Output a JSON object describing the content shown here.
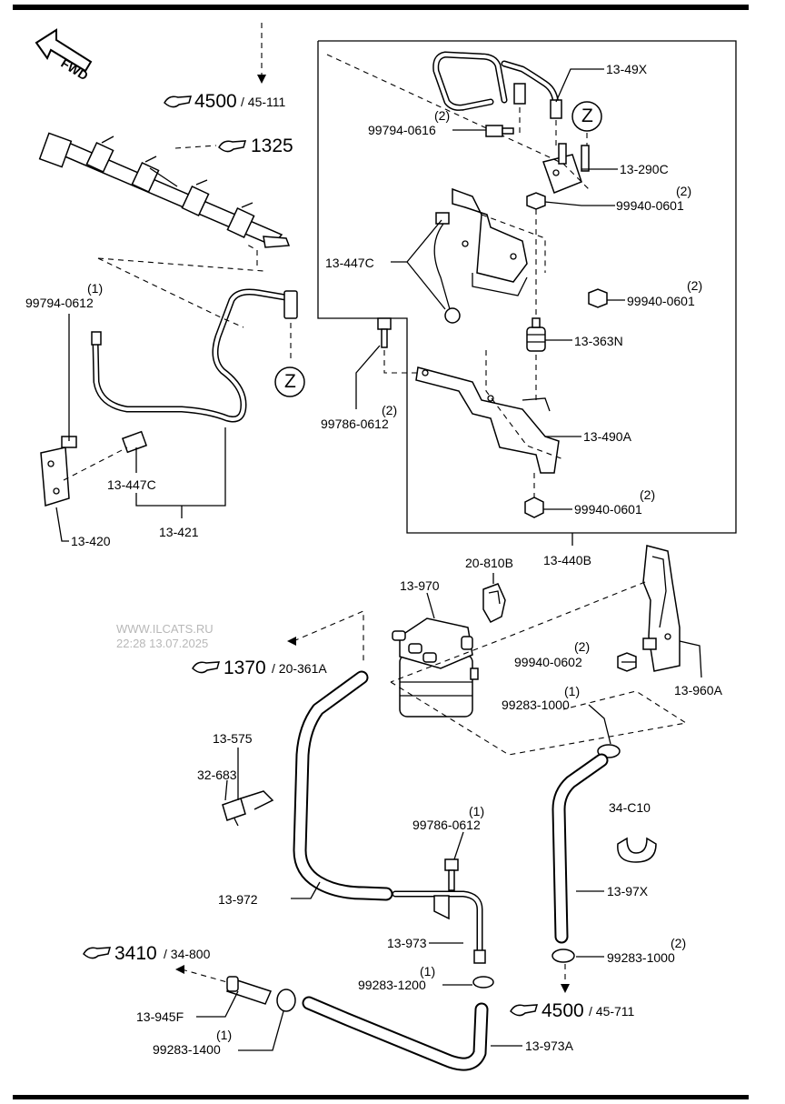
{
  "watermark": {
    "site": "WWW.ILCATS.RU",
    "stamp": "22:28 13.07.2025"
  },
  "fwd_label": "FWD",
  "zone_marker": "Z",
  "refs": {
    "r4500_top": {
      "num": "4500",
      "sub": "/ 45-111"
    },
    "r1325": {
      "num": "1325",
      "sub": ""
    },
    "r1370": {
      "num": "1370",
      "sub": "/ 20-361A"
    },
    "r3410": {
      "num": "3410",
      "sub": "/ 34-800"
    },
    "r4500_bot": {
      "num": "4500",
      "sub": "/ 45-711"
    }
  },
  "parts": {
    "p13_49X": "13-49X",
    "q_99794_0616": "(2)",
    "p99794_0616": "99794-0616",
    "p13_290C": "13-290C",
    "q_99940_0601_a": "(2)",
    "p99940_0601_a": "99940-0601",
    "p13_447C_top": "13-447C",
    "q_99940_0601_b": "(2)",
    "p99940_0601_b": "99940-0601",
    "p13_363N": "13-363N",
    "q_99786_0612_a": "(2)",
    "p99786_0612_a": "99786-0612",
    "p13_490A": "13-490A",
    "q_99940_0601_c": "(2)",
    "p99940_0601_c": "99940-0601",
    "p13_440B": "13-440B",
    "q_99794_0612": "(1)",
    "p99794_0612": "99794-0612",
    "p13_447C_low": "13-447C",
    "p13_421": "13-421",
    "p13_420": "13-420",
    "p13_970": "13-970",
    "p20_810B": "20-810B",
    "q_99940_0602": "(2)",
    "p99940_0602": "99940-0602",
    "p13_960A": "13-960A",
    "q_99283_1000_a": "(1)",
    "p99283_1000_a": "99283-1000",
    "p13_575": "13-575",
    "p32_683": "32-683",
    "p34_C10": "34-C10",
    "q_99786_0612_b": "(1)",
    "p99786_0612_b": "99786-0612",
    "p13_97X": "13-97X",
    "p13_972": "13-972",
    "p13_973": "13-973",
    "q_99283_1000_b": "(2)",
    "p99283_1000_b": "99283-1000",
    "q_99283_1200": "(1)",
    "p99283_1200": "99283-1200",
    "p13_945F": "13-945F",
    "q_99283_1400": "(1)",
    "p99283_1400": "99283-1400",
    "p13_973A": "13-973A"
  }
}
